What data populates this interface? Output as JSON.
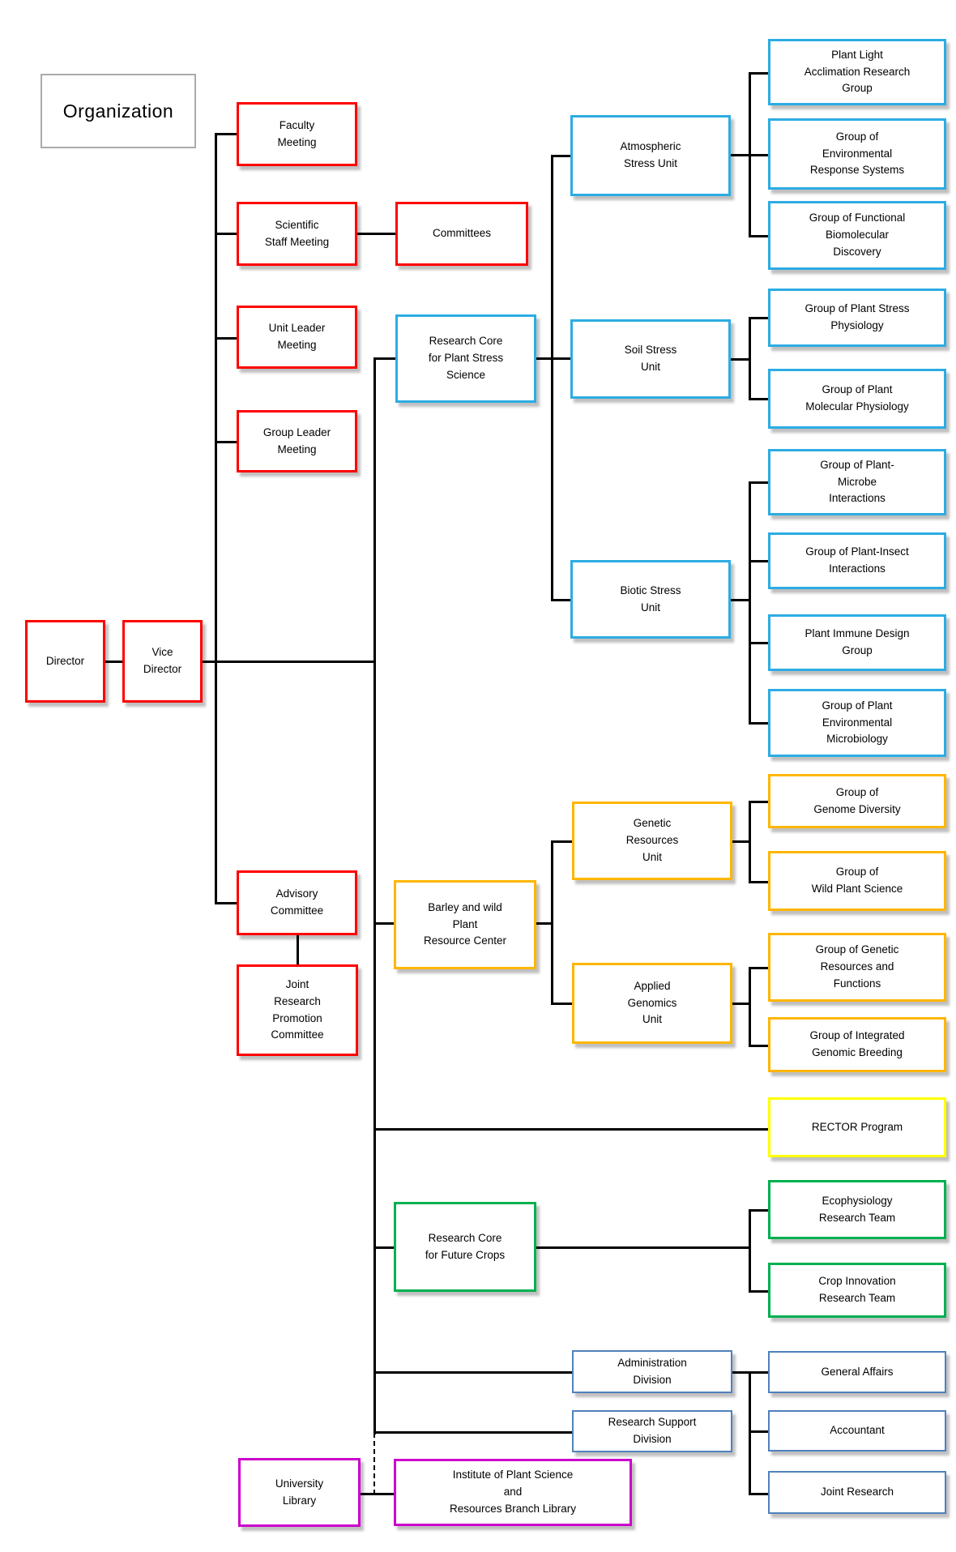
{
  "title": "Organization",
  "colors": {
    "red": "#FF0000",
    "blue": "#2CACE3",
    "orange": "#FFB600",
    "yellow": "#FFFF00",
    "green": "#00B050",
    "steel": "#4F81BD",
    "magenta": "#CC00CC",
    "line": "#000000",
    "title_border": "#ABABAB"
  },
  "nodes": {
    "director": {
      "label": "Director"
    },
    "vice_director": {
      "label": "Vice\nDirector"
    },
    "faculty_meeting": {
      "label": "Faculty\nMeeting"
    },
    "scientific_staff_meeting": {
      "label": "Scientific\nStaff Meeting"
    },
    "committees": {
      "label": "Committees"
    },
    "unit_leader_meeting": {
      "label": "Unit Leader\nMeeting"
    },
    "group_leader_meeting": {
      "label": "Group Leader\nMeeting"
    },
    "advisory_committee": {
      "label": "Advisory\nCommittee"
    },
    "joint_research_promotion_committee": {
      "label": "Joint\nResearch\nPromotion\nCommittee"
    },
    "research_core_plant_stress": {
      "label": "Research Core\nfor Plant Stress\nScience"
    },
    "atmospheric_stress_unit": {
      "label": "Atmospheric\nStress Unit"
    },
    "soil_stress_unit": {
      "label": "Soil Stress\nUnit"
    },
    "biotic_stress_unit": {
      "label": "Biotic Stress\nUnit"
    },
    "plant_light_acclimation": {
      "label": "Plant Light\nAcclimation Research\nGroup"
    },
    "environmental_response_systems": {
      "label": "Group of\nEnvironmental\nResponse Systems"
    },
    "functional_biomolecular_discovery": {
      "label": "Group of Functional\nBiomolecular\nDiscovery"
    },
    "plant_stress_physiology": {
      "label": "Group of Plant Stress\nPhysiology"
    },
    "plant_molecular_physiology": {
      "label": "Group of Plant\nMolecular Physiology"
    },
    "plant_microbe_interactions": {
      "label": "Group of Plant-\nMicrobe\nInteractions"
    },
    "plant_insect_interactions": {
      "label": "Group of Plant-Insect\nInteractions"
    },
    "plant_immune_design": {
      "label": "Plant Immune Design\nGroup"
    },
    "plant_environmental_microbiology": {
      "label": "Group of Plant\nEnvironmental\nMicrobiology"
    },
    "barley_resource_center": {
      "label": "Barley and wild\nPlant\nResource Center"
    },
    "genetic_resources_unit": {
      "label": "Genetic\nResources\nUnit"
    },
    "applied_genomics_unit": {
      "label": "Applied\nGenomics\nUnit"
    },
    "genome_diversity": {
      "label": "Group of\nGenome Diversity"
    },
    "wild_plant_science": {
      "label": "Group of\nWild Plant Science"
    },
    "genetic_resources_functions": {
      "label": "Group of Genetic\nResources and\nFunctions"
    },
    "integrated_genomic_breeding": {
      "label": "Group of Integrated\nGenomic Breeding"
    },
    "rector_program": {
      "label": "RECTOR Program"
    },
    "research_core_future_crops": {
      "label": "Research Core\nfor Future Crops"
    },
    "ecophysiology_team": {
      "label": "Ecophysiology\nResearch Team"
    },
    "crop_innovation_team": {
      "label": "Crop Innovation\nResearch Team"
    },
    "administration_division": {
      "label": "Administration\nDivision"
    },
    "research_support_division": {
      "label": "Research Support\nDivision"
    },
    "general_affairs": {
      "label": "General Affairs"
    },
    "accountant": {
      "label": "Accountant"
    },
    "joint_research": {
      "label": "Joint Research"
    },
    "university_library": {
      "label": "University\nLibrary"
    },
    "institute_branch_library": {
      "label": "Institute of Plant Science\nand\nResources Branch Library"
    }
  }
}
